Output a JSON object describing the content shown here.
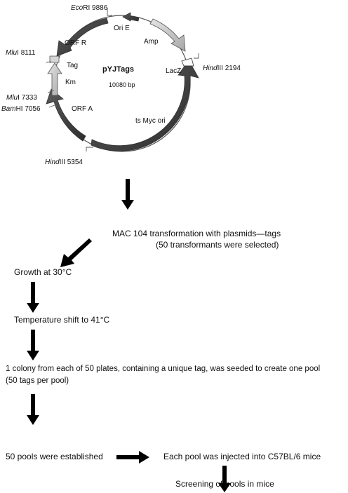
{
  "plasmid": {
    "name": "pYJTags",
    "size": "10080 bp",
    "features": {
      "ori_e": "Ori E",
      "amp": "Amp",
      "lacz": "LacZ",
      "ts_myc_ori": "ts Myc ori",
      "orf_a": "ORF A",
      "km": "Km",
      "tag": "Tag",
      "orf_r": "ORF R"
    },
    "sites": [
      {
        "enzyme": "Eco",
        "suffix": "RI",
        "pos": "9886"
      },
      {
        "enzyme": "Hind",
        "suffix": "III",
        "pos": "2194"
      },
      {
        "enzyme": "Hind",
        "suffix": "III",
        "pos": "5354"
      },
      {
        "enzyme": "Bam",
        "suffix": "HI",
        "pos": "7056"
      },
      {
        "enzyme": "Mlu",
        "suffix": "I",
        "pos": "7333"
      },
      {
        "enzyme": "Mlu",
        "suffix": "I",
        "pos": "8111"
      }
    ]
  },
  "flow": {
    "transformation_line1": "MAC 104  transformation with plasmids—tags",
    "transformation_line2": "(50 transformants were selected)",
    "growth": "Growth at 30°C",
    "temp_shift": "Temperature shift to 41°C",
    "colony_line1": "1 colony from each of 50 plates, containing a unique tag, was seeded to create one pool",
    "colony_line2": "(50 tags per pool)",
    "pools": "50 pools were established",
    "injection": "Each pool was injected into C57BL/6 mice",
    "screening": "Screening of pools in mice"
  },
  "colors": {
    "dark_segment": "#444444",
    "light_segment": "#c4c4c4",
    "arrow": "#000000"
  }
}
